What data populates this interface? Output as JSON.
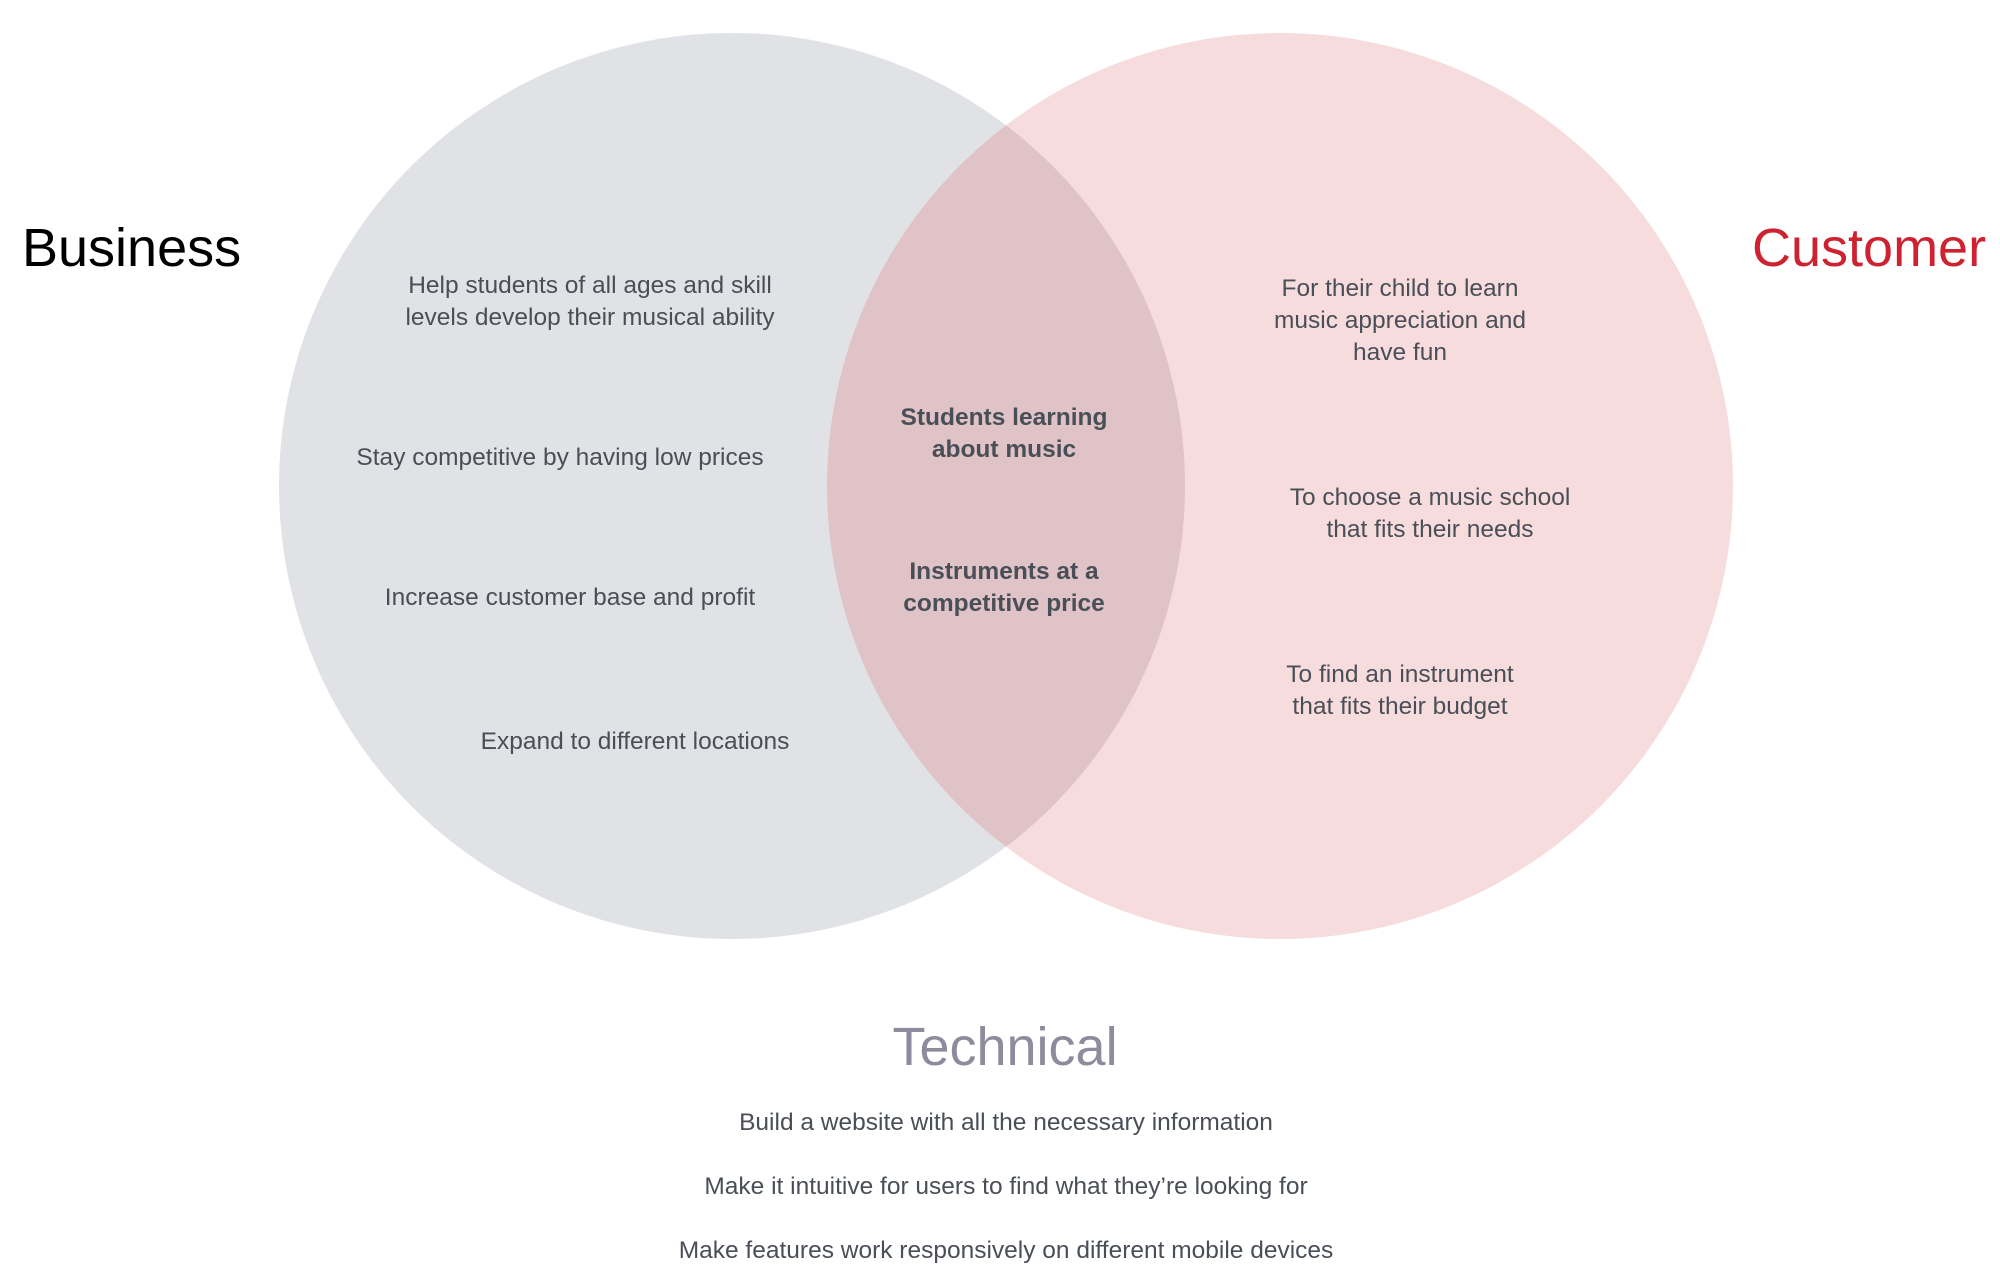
{
  "sets": {
    "business": {
      "title": "Business",
      "title_color": "#000000",
      "fill_color": "#e1e2e6",
      "items": [
        "Help students of all ages and skill\nlevels develop their musical ability",
        "Stay competitive by having low prices",
        "Increase customer base and profit",
        "Expand to different locations"
      ]
    },
    "customer": {
      "title": "Customer",
      "title_color": "#cf2230",
      "fill_color": "#f7dcdd",
      "items": [
        "For their child to learn\nmusic appreciation and\nhave fun",
        "To choose a music school\nthat fits their needs",
        "To find an instrument\nthat fits their budget"
      ]
    },
    "overlap": {
      "fill_color": "#dfc3c6",
      "items": [
        "Students learning\nabout music",
        "Instruments at a\ncompetitive price"
      ]
    }
  },
  "technical": {
    "title": "Technical",
    "title_color": "#8d8c9c",
    "items": [
      "Build a website with all the necessary information",
      "Make it intuitive for users to find what they’re looking for",
      "Make features work responsively on different mobile devices"
    ]
  },
  "text_color": "#4a4f57"
}
